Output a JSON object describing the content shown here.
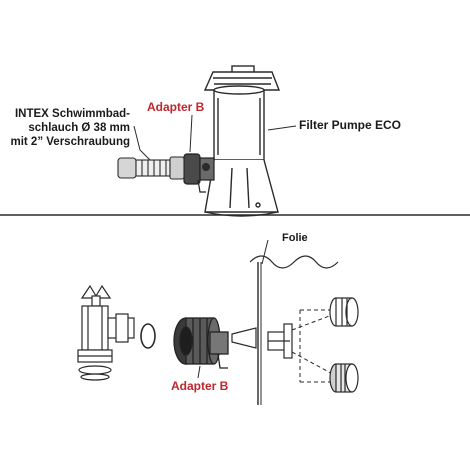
{
  "labels": {
    "intex_lines": [
      "INTEX Schwimmbad-",
      "schlauch Ø 38 mm",
      "mit 2” Verschraubung"
    ],
    "adapter_top": "Adapter B",
    "filter_pump": "Filter Pumpe ECO",
    "folie": "Folie",
    "adapter_bottom": "Adapter B"
  },
  "colors": {
    "accent_red": "#c0262d",
    "line": "#2a2a2a",
    "adapter_dark": "#4a4a4a",
    "hose_gray": "#cfcfcf"
  }
}
